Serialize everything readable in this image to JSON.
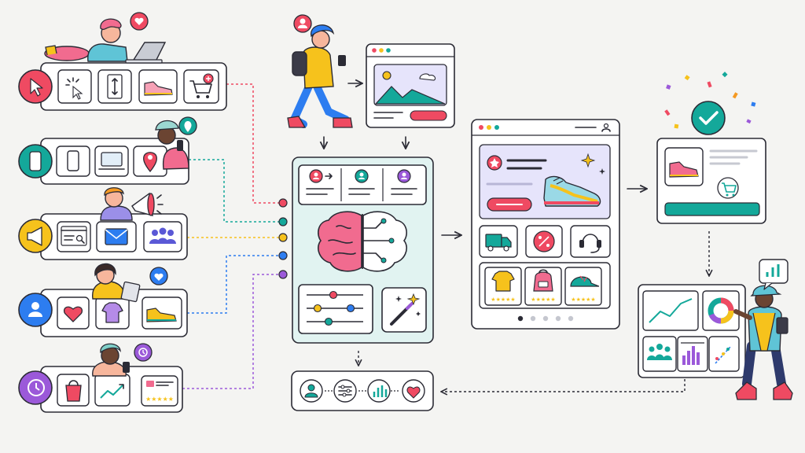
{
  "colors": {
    "background": "#f4f4f2",
    "ink": "#2b2b35",
    "pink": "#f16b8f",
    "red": "#ef4a62",
    "teal": "#14a89a",
    "yellow": "#f6c21c",
    "blue": "#2d7df0",
    "purple": "#9b59d9",
    "mint_panel": "#e1f3f1",
    "lavender_panel": "#e6e4fb",
    "orange": "#f59a23"
  },
  "sources": [
    {
      "icon": "cursor-icon",
      "color": "#ef4a62",
      "items": [
        "click-icon",
        "scroll-icon",
        "sneaker-icon",
        "add-to-cart-icon"
      ]
    },
    {
      "icon": "smartphone-icon",
      "color": "#14a89a",
      "items": [
        "phone-icon",
        "laptop-icon",
        "location-pin-icon"
      ]
    },
    {
      "icon": "megaphone-icon",
      "color": "#f6c21c",
      "items": [
        "search-browser-icon",
        "email-icon",
        "audience-icon"
      ]
    },
    {
      "icon": "user-profile-icon",
      "color": "#2d7df0",
      "items": [
        "heart-icon",
        "tshirt-icon",
        "sneaker-icon"
      ]
    },
    {
      "icon": "history-icon",
      "color": "#9b59d9",
      "items": [
        "shopping-bag-icon",
        "trend-chart-icon",
        "review-card-icon"
      ]
    }
  ],
  "connector_colors": [
    "#ef4a62",
    "#14a89a",
    "#f6c21c",
    "#2d7df0",
    "#9b59d9"
  ],
  "engine": {
    "profile_icons": [
      "user-arrow-icon",
      "user-icon",
      "user-icon"
    ],
    "center_icon": "brain-circuit-icon",
    "controls": [
      "sliders-icon",
      "magic-wand-icon"
    ]
  },
  "output_strip": [
    "user-icon",
    "sliders-icon",
    "bar-chart-icon",
    "heart-icon"
  ],
  "store": {
    "hero_icon": "sneaker-icon",
    "services": [
      "delivery-truck-icon",
      "discount-icon",
      "headset-icon"
    ],
    "products": [
      {
        "icon": "tshirt-icon",
        "rating": 5
      },
      {
        "icon": "backpack-icon",
        "rating": 5
      },
      {
        "icon": "cap-icon",
        "rating": 5
      }
    ],
    "carousel_dots": 5
  },
  "checkout": {
    "product_icon": "sneaker-icon",
    "action_icon": "cart-icon",
    "status_icon": "checkmark-icon"
  },
  "analytics": {
    "tiles": [
      "line-chart-icon",
      "donut-chart-icon",
      "team-icon",
      "bar-chart-icon",
      "scatter-icon"
    ]
  }
}
